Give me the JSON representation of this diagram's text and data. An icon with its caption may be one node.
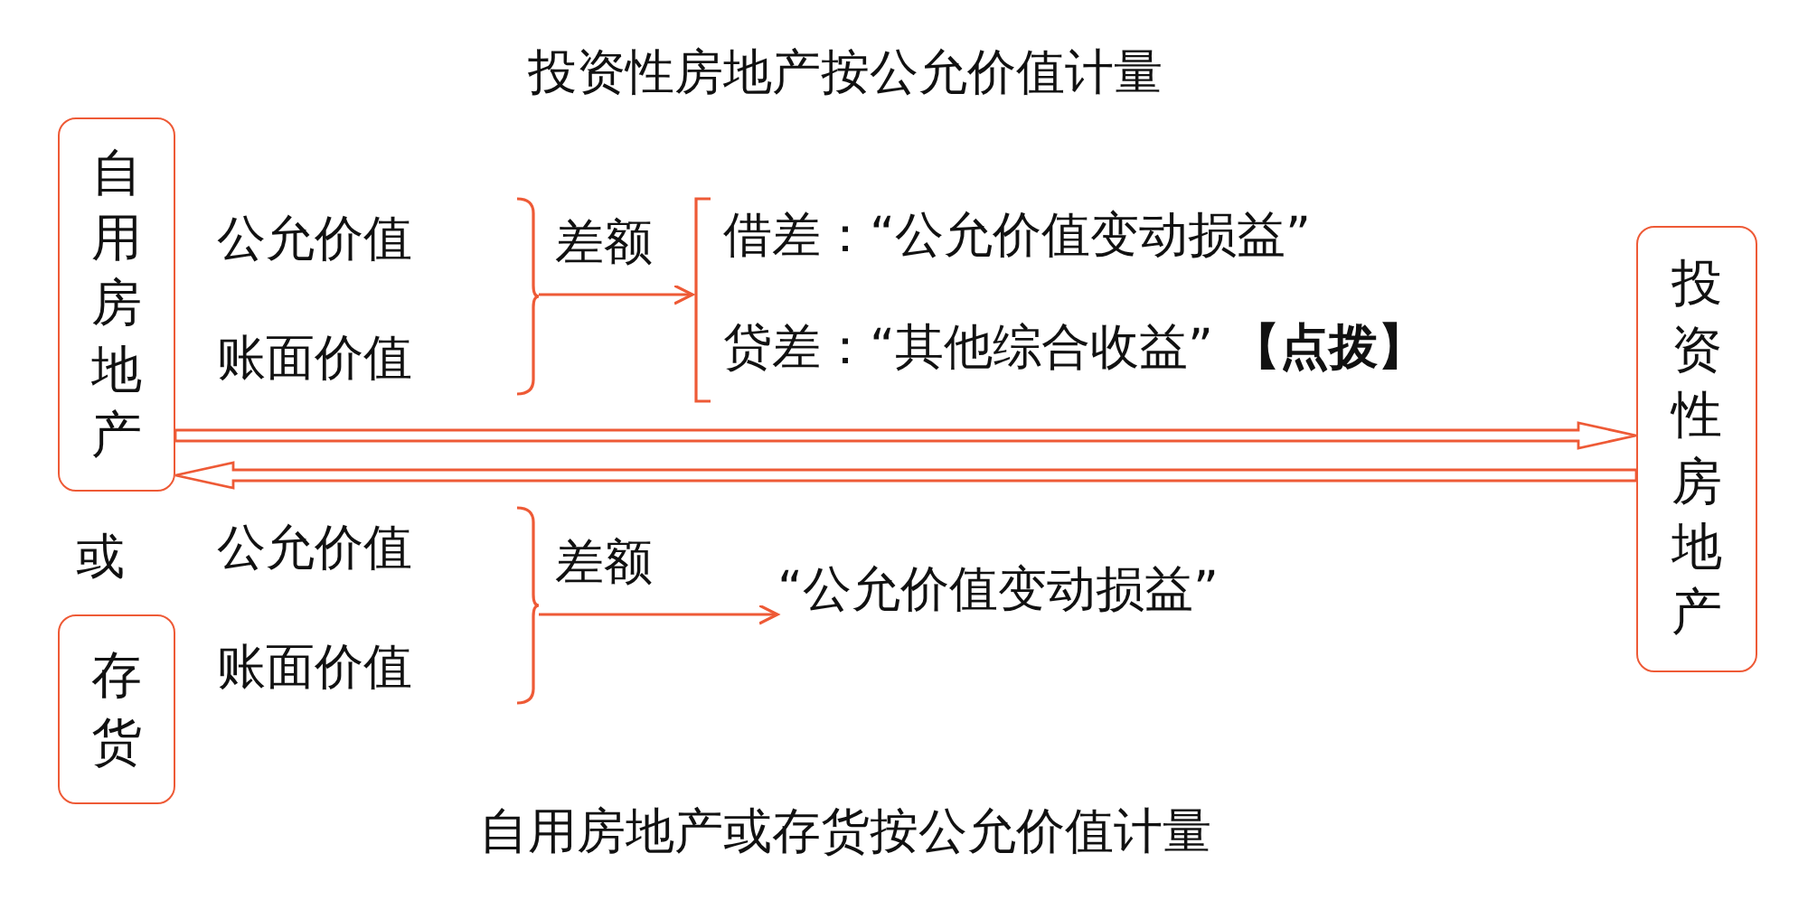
{
  "diagram": {
    "title": "投资性房地产按公允价值计量",
    "caption": "自用房地产或存货按公允价值计量",
    "nodes": [
      {
        "text": [
          "自用房地产"
        ]
      },
      {
        "text": [
          "存货"
        ]
      },
      {
        "text": [
          "投资性房地产"
        ]
      },
      {
        "text": [],
        "shape": "bracket"
      },
      {
        "text": [
          "公允价值"
        ],
        "in": 3
      },
      {
        "text": [
          "账面价值"
        ],
        "in": 3
      },
      {
        "text": [],
        "shape": "bracket"
      },
      {
        "text": [
          "借差：“公允价值变动损益”"
        ],
        "in": 6
      },
      {
        "text": [
          "贷差：“其他综合收益”",
          "【点拨】"
        ],
        "in": 6
      },
      {
        "text": [],
        "shape": "bracket"
      },
      {
        "text": [
          "公允价值"
        ],
        "in": 9
      },
      {
        "text": [
          "账面价值"
        ],
        "in": 9
      },
      {
        "text": [
          "“公允价值变动损益”"
        ]
      }
    ],
    "edges": [
      {
        "from": 0,
        "to": 2,
        "arrow": "to",
        "style": "thick"
      },
      {
        "from": 2,
        "to": 0,
        "arrow": "to",
        "style": "thick"
      },
      {
        "from": 3,
        "to": 6,
        "arrow": "to",
        "label": "差额"
      },
      {
        "from": 9,
        "to": 12,
        "arrow": "to",
        "label": "差额"
      }
    ],
    "labels": [
      "或"
    ]
  }
}
